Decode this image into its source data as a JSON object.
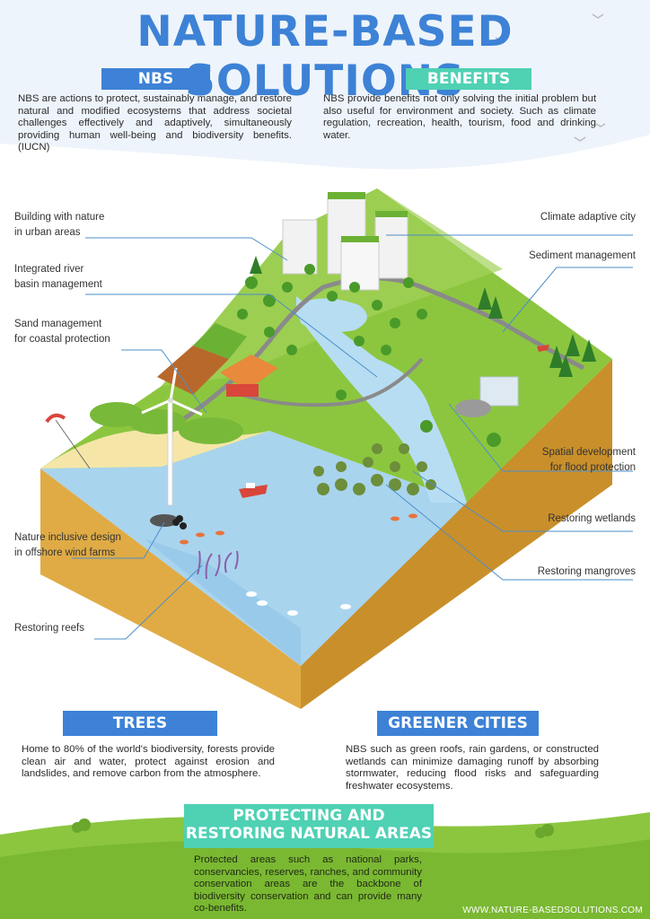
{
  "title": "NATURE-BASED SOLUTIONS",
  "sections": {
    "nbs": {
      "heading": "NBS",
      "text": "NBS are actions to protect, sustainably manage, and restore natural and modified ecosystems that address societal challenges effectively and adaptively, simultaneously providing human well-being and biodiversity benefits. (IUCN)"
    },
    "benefits": {
      "heading": "BENEFITS",
      "text": "NBS provide benefits not only solving the initial problem but also useful for environment and society. Such as climate regulation, recreation, health, tourism, food and drinking water."
    },
    "trees": {
      "heading": "TREES",
      "text": "Home to 80% of the world's biodiversity, forests provide clean air and water, protect against erosion and landslides, and remove carbon from the atmosphere."
    },
    "greener_cities": {
      "heading": "GREENER CITIES",
      "text": "NBS such as green roofs, rain gardens, or constructed wetlands can minimize damaging runoff by absorbing stormwater, reducing flood risks and safeguarding freshwater ecosystems."
    },
    "protecting": {
      "heading_line1": "PROTECTING AND",
      "heading_line2": "RESTORING NATURAL AREAS",
      "text": "Protected areas such as national parks, conservancies, reserves, ranches, and community conservation areas are the backbone of biodiversity conservation and can provide many co-benefits."
    }
  },
  "diagram_labels": {
    "building_with_nature": [
      "Building with nature",
      "in urban areas"
    ],
    "integrated_river": [
      "Integrated river",
      "basin management"
    ],
    "sand_management": [
      "Sand management",
      "for coastal protection"
    ],
    "nature_inclusive": [
      "Nature inclusive design",
      "in offshore wind farms"
    ],
    "restoring_reefs": [
      "Restoring reefs"
    ],
    "climate_adaptive_city": [
      "Climate adaptive city"
    ],
    "sediment_management": [
      "Sediment management"
    ],
    "spatial_development": [
      "Spatial development",
      "for flood protection"
    ],
    "restoring_wetlands": [
      "Restoring wetlands"
    ],
    "restoring_mangroves": [
      "Restoring mangroves"
    ]
  },
  "footer": "WWW.NATURE-BASEDSOLUTIONS.COM",
  "colors": {
    "title_blue": "#3d82d6",
    "teal": "#4fd1b4",
    "grass": "#8cc63f",
    "water": "#a9d4ee",
    "soil": "#d9a23a"
  }
}
